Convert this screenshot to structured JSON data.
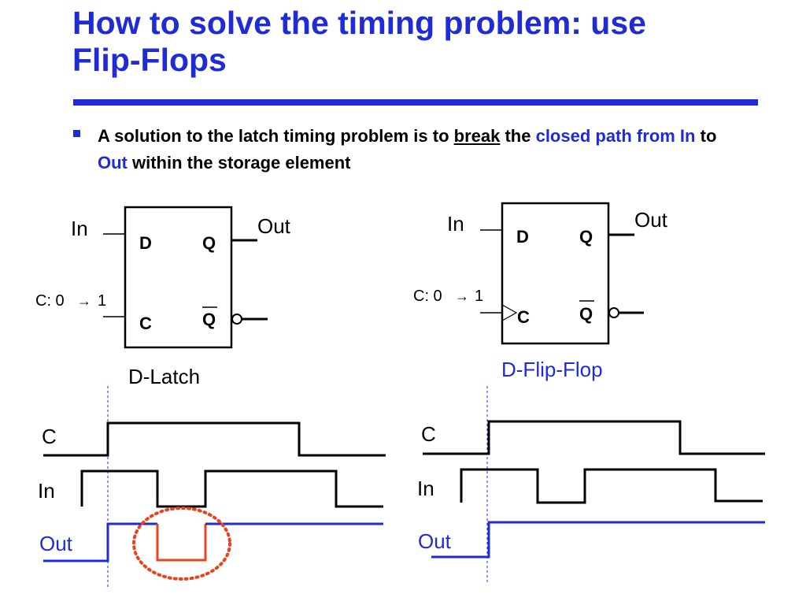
{
  "slide": {
    "title_line1": "How to solve the timing problem: use",
    "title_line2": "Flip-Flops",
    "bullet": {
      "part1": "A solution to the latch timing problem is to ",
      "break": "break",
      "part2": " the ",
      "closed_path": "closed path from In",
      "part3": " to ",
      "out": "Out",
      "part4": " within the storage element"
    }
  },
  "latch": {
    "in_label": "In",
    "out_label": "Out",
    "d_pin": "D",
    "q_pin": "Q",
    "c_pin": "C",
    "qbar_pin": "Q",
    "clock_label": "C: 0",
    "clock_arrow": "→",
    "clock_end": "1",
    "caption": "D-Latch"
  },
  "flipflop": {
    "in_label": "In",
    "out_label": "Out",
    "d_pin": "D",
    "q_pin": "Q",
    "c_pin": "C",
    "qbar_pin": "Q",
    "clock_label": "C: 0",
    "clock_arrow": "→",
    "clock_end": "1",
    "caption": "D-Flip-Flop"
  },
  "waveforms_left": {
    "c_label": "C",
    "in_label": "In",
    "out_label": "Out"
  },
  "waveforms_right": {
    "c_label": "C",
    "in_label": "In",
    "out_label": "Out"
  },
  "colors": {
    "accent": "#1f2bd8",
    "highlight": "#e8431c",
    "text": "#000000"
  }
}
